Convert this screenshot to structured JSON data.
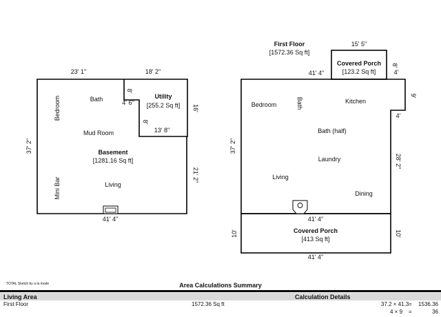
{
  "footer": {
    "credit": "TOTAL Sketch by a la mode",
    "summary_title": "Area Calculations Summary",
    "col_living_area": "Living Area",
    "col_calc_details": "Calculation Details",
    "rows": [
      {
        "name": "First Floor",
        "area": "1572.36 Sq ft",
        "calc_lhs": "37.2 × 41.3",
        "eq": "=",
        "calc_rhs": "1536.36"
      },
      {
        "name": "",
        "area": "",
        "calc_lhs": "4 × 9",
        "eq": "=",
        "calc_rhs": "36"
      }
    ]
  },
  "basement": {
    "dims": {
      "top_left": "23' 1\"",
      "top_right": "18' 2\"",
      "left": "37' 2\"",
      "bottom": "41' 4\"",
      "right_upper": "16'",
      "right_lower": "21' 2\"",
      "notch_v1": "8'",
      "notch_h1": "4' 6\"",
      "notch_v2": "8'",
      "notch_h2": "13' 8\""
    },
    "rooms": {
      "bath": "Bath",
      "bedroom": "Bedroom",
      "mud_room": "Mud Room",
      "mini_bar": "Mini Bar",
      "living": "Living"
    },
    "area_name": "Basement",
    "area_value": "[1281.16 Sq ft]",
    "utility_name": "Utility",
    "utility_value": "[255.2 Sq ft]"
  },
  "first_floor": {
    "title": "First Floor",
    "area": "[1572.36 Sq ft]",
    "dims": {
      "porch_top": "15' 5\"",
      "porch_right": "8'",
      "top_left": "41' 4\"",
      "step_right": "4'",
      "right_notch": "9'",
      "right_step2": "4'",
      "left": "37' 2\"",
      "right": "28' 2\"",
      "inner_bottom": "41' 4\"",
      "bottom": "41' 4\"",
      "porch_left": "10'",
      "porch_right_bottom": "10'"
    },
    "rooms": {
      "bedroom": "Bedroom",
      "bath": "Bath",
      "kitchen": "Kitchen",
      "bath_half": "Bath (half)",
      "laundry": "Laundry",
      "living": "Living",
      "dining": "Dining"
    },
    "top_porch_name": "Covered Porch",
    "top_porch_area": "[123.2 Sq ft]",
    "bottom_porch_name": "Covered Porch",
    "bottom_porch_area": "[413 Sq ft]"
  }
}
